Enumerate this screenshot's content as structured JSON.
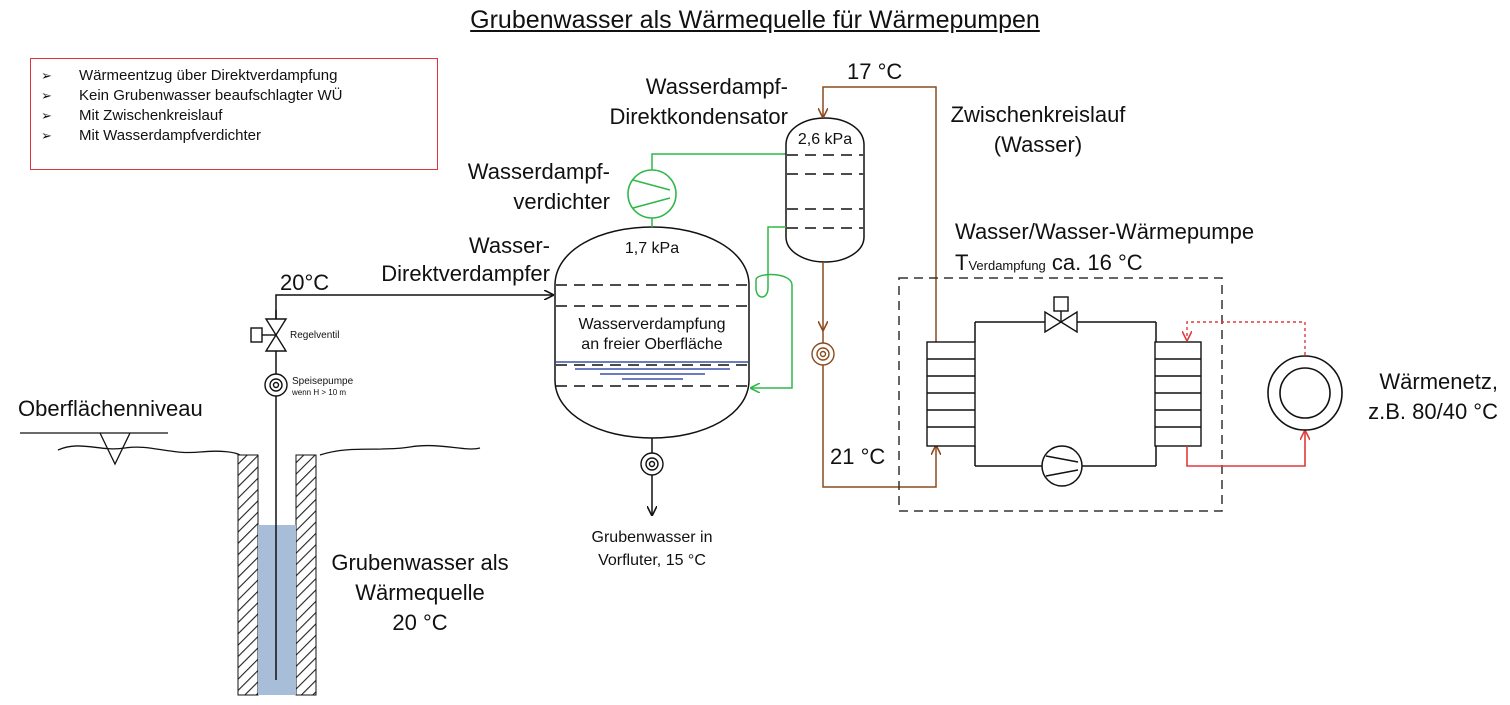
{
  "title": "Grubenwasser als Wärmequelle  für Wärmepumpen",
  "bullets": [
    {
      "marker": "➢",
      "text": "Wärmeentzug über Direktverdampfung"
    },
    {
      "marker": "➢",
      "text": "Kein Grubenwasser beaufschlagter WÜ"
    },
    {
      "marker": "➢",
      "text": "Mit Zwischenkreislauf"
    },
    {
      "marker": "➢",
      "text": "Mit  Wasserdampfverdichter"
    }
  ],
  "labels": {
    "surface_level": "Oberflächenniveau",
    "source_line1": "Grubenwasser als",
    "source_line2": "Wärmequelle",
    "source_line3": "20 °C",
    "regelventil": "Regelventil",
    "speisepumpe_line1": "Speisepumpe",
    "speisepumpe_line2": "wenn H > 10 m",
    "temp_20": "20°C",
    "evaporator_line1": "Wasser-",
    "evaporator_line2": "Direktverdampfer",
    "evaporator_pressure": "1,7 kPa",
    "evaporation_line1": "Wasserverdampfung",
    "evaporation_line2": "an freier Oberfläche",
    "outflow_line1": "Grubenwasser in",
    "outflow_line2": "Vorfluter, 15 °C",
    "compressor_line1": "Wasserdampf-",
    "compressor_line2": "verdichter",
    "condenser_line1": "Wasserdampf-",
    "condenser_line2": "Direktkondensator",
    "condenser_pressure": "2,6 kPa",
    "temp_17": "17 °C",
    "temp_21": "21 °C",
    "intermediate_line1": "Zwischenkreislauf",
    "intermediate_line2": "(Wasser)",
    "heatpump_title": "Wasser/Wasser-Wärmepumpe",
    "heatpump_t": "T",
    "heatpump_t_sub": "Verdampfung",
    "heatpump_t_rest": " ca. 16 °C",
    "network_line1": "Wärmenetz,",
    "network_line2": "z.B. 80/40 °C"
  },
  "colors": {
    "line": "#111111",
    "green": "#2fb84a",
    "brown": "#8b4a1e",
    "red": "#e23a3a",
    "water": "#a8bdd8",
    "water_line": "#3a52a8",
    "box_border": "#e0343a"
  }
}
